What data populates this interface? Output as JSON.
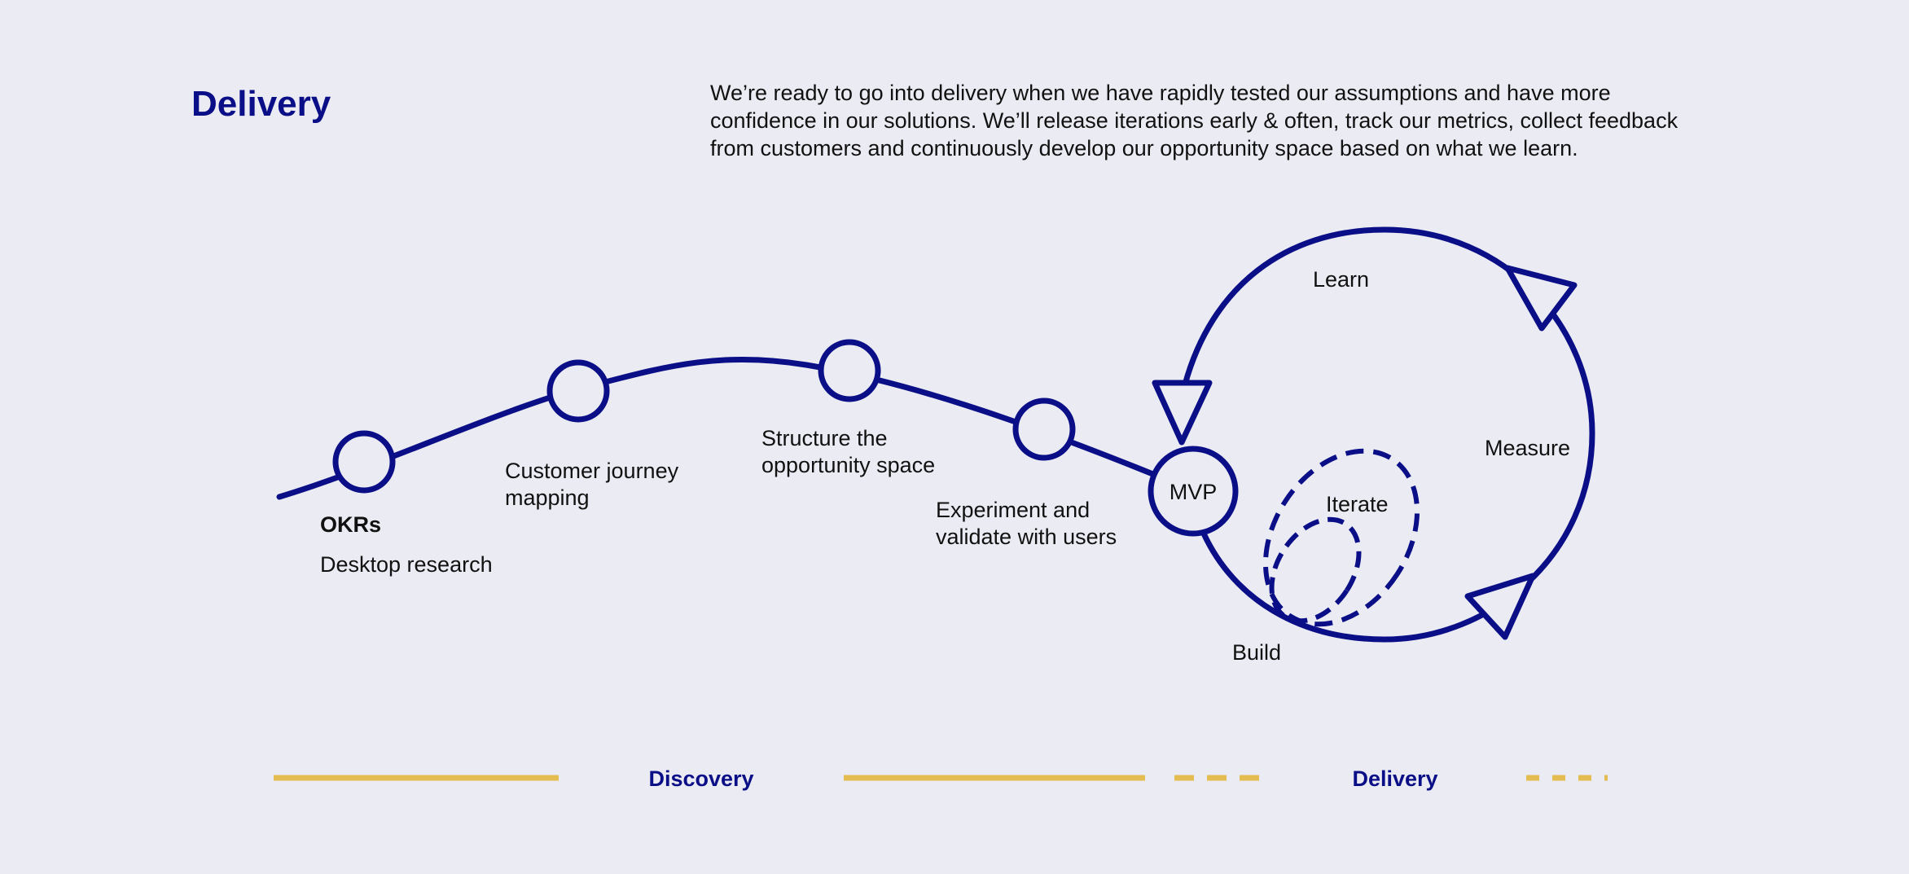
{
  "header": {
    "title": "Delivery",
    "description": "We’re ready to go into delivery when we have rapidly tested our assumptions and have more confidence in our solutions. We’ll release iterations early & often, track our metrics, collect feedback from customers and continuously develop our opportunity space based on what we learn."
  },
  "journey": {
    "okrs_label": "OKRs",
    "desktop_research_label": "Desktop research",
    "customer_journey_label": [
      "Customer journey",
      "mapping"
    ],
    "opportunity_space_label": [
      "Structure the",
      "opportunity space"
    ],
    "experiment_label": [
      "Experiment and",
      "validate with users"
    ]
  },
  "loop": {
    "mvp_label": "MVP",
    "learn_label": "Learn",
    "measure_label": "Measure",
    "build_label": "Build",
    "iterate_label": "Iterate"
  },
  "timeline": {
    "discovery_label": "Discovery",
    "delivery_label": "Delivery"
  },
  "colors": {
    "navy": "#0b0f87",
    "gold": "#e3bd52",
    "text": "#111111",
    "background": "#ebebf3"
  }
}
